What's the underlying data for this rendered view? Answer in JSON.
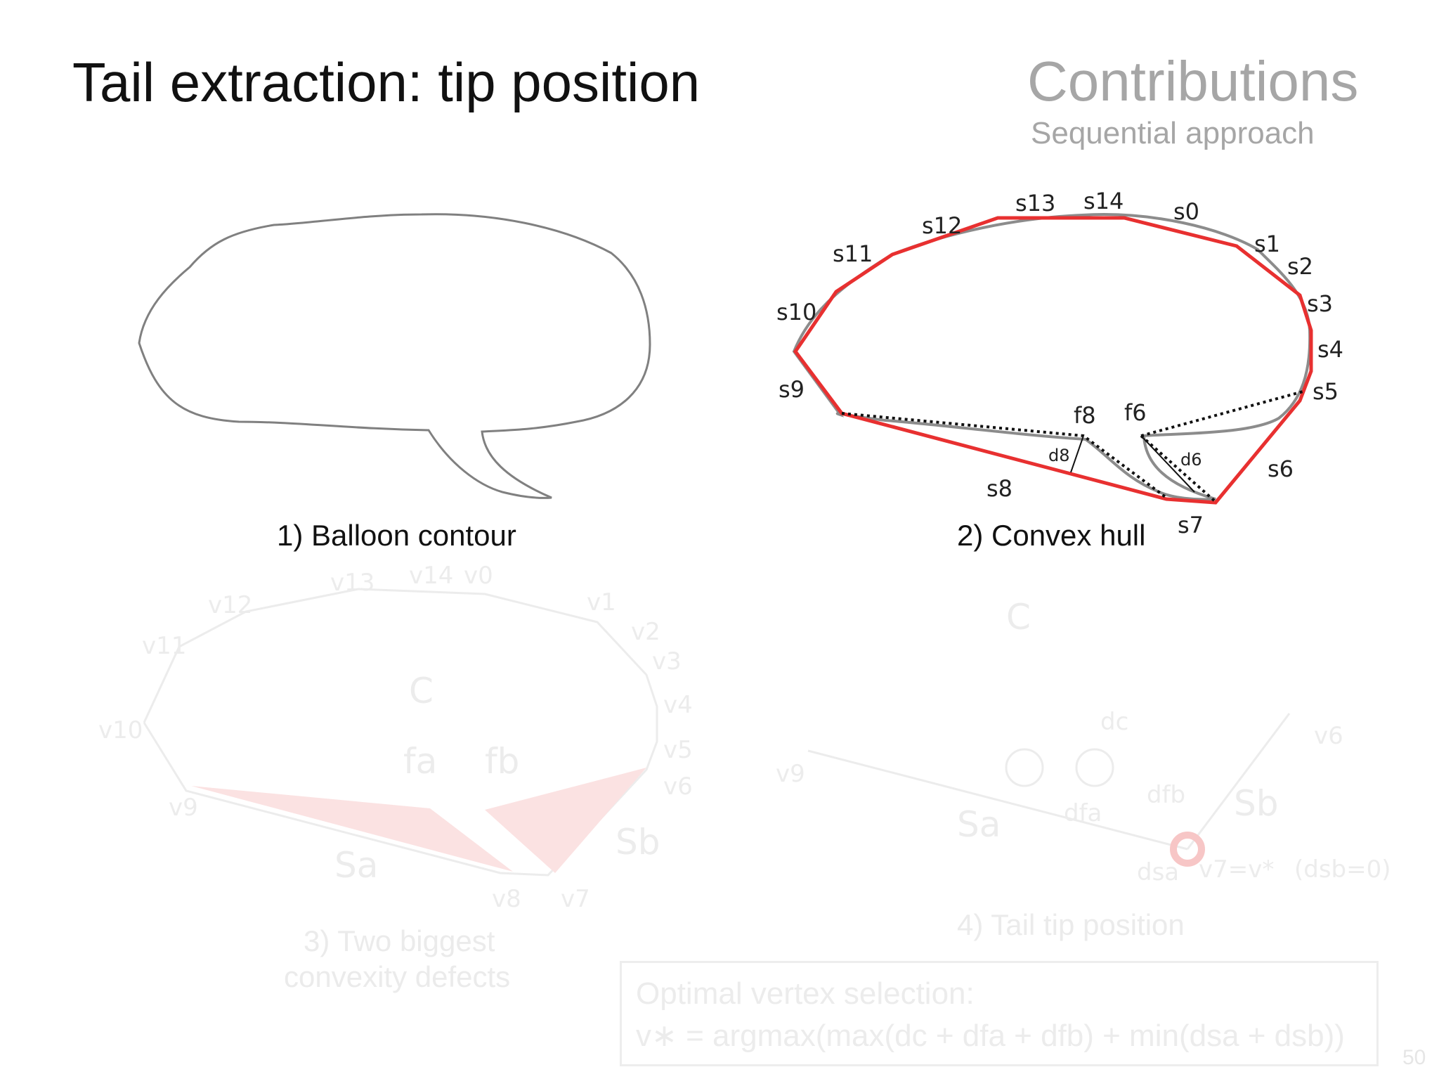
{
  "header": {
    "title": "Tail extraction: tip position",
    "section": "Contributions",
    "subsection": "Sequential approach"
  },
  "panels": {
    "p1": {
      "caption": "1) Balloon contour"
    },
    "p2": {
      "caption": "2) Convex hull",
      "segment_labels": [
        "s0",
        "s1",
        "s2",
        "s3",
        "s4",
        "s5",
        "s6",
        "s7",
        "s8",
        "s9",
        "s10",
        "s11",
        "s12",
        "s13",
        "s14"
      ],
      "defect_labels": [
        "f8",
        "f6",
        "d8",
        "d6"
      ]
    },
    "p3": {
      "caption_line1": "3) Two biggest",
      "caption_line2": "convexity defects",
      "vertex_labels": [
        "v0",
        "v1",
        "v2",
        "v3",
        "v4",
        "v5",
        "v6",
        "v7",
        "v8",
        "v9",
        "v10",
        "v11",
        "v12",
        "v13",
        "v14"
      ],
      "other_labels": [
        "C",
        "fa",
        "fb",
        "Sa",
        "Sb"
      ]
    },
    "p4": {
      "caption": "4) Tail tip position",
      "labels": [
        "C",
        "dc",
        "v6",
        "v9",
        "dfb",
        "dfa",
        "Sa",
        "Sb",
        "dsa",
        "v7=v*",
        "(dsb=0)"
      ]
    }
  },
  "formula": {
    "line1": "Optimal vertex selection:",
    "line2": "v∗ = argmax(max(dc + dfa + dfb) + min(dsa + dsb))"
  },
  "page_number": "50",
  "colors": {
    "hull": "#e83030",
    "contour": "#808080",
    "faded": "#ececec",
    "defect_fill": "#fbe2e2"
  }
}
